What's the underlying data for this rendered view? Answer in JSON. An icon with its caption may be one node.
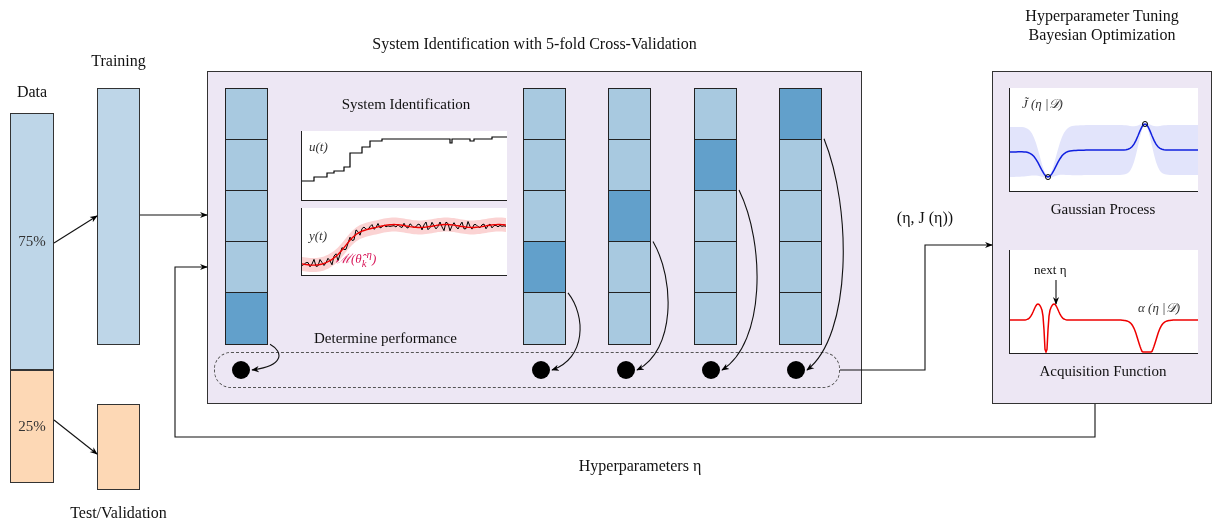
{
  "diagram": {
    "nodes": [
      {
        "text": [
          "Data"
        ]
      },
      {
        "text": [
          "75%"
        ],
        "in": 0
      },
      {
        "text": [
          "25%"
        ],
        "in": 0
      },
      {
        "text": [],
        "shape": "bar",
        "beside": [
          "Training"
        ]
      },
      {
        "text": [],
        "shape": "bar",
        "beside": [
          "Test/Validation"
        ]
      },
      {
        "text": [
          "System Identification with 5-fold Cross-Validation"
        ]
      },
      {
        "text": [],
        "shape": "bar",
        "in": 5
      },
      {
        "text": [],
        "shape": "bar",
        "in": 5
      },
      {
        "text": [],
        "shape": "bar",
        "in": 5
      },
      {
        "text": [],
        "shape": "bar",
        "in": 5
      },
      {
        "text": [],
        "shape": "bar",
        "in": 5
      },
      {
        "text": [
          "System Identification"
        ],
        "in": 5
      },
      {
        "text": [
          "Determine performance"
        ],
        "in": 5
      },
      {
        "text": [],
        "shape": "circle",
        "in": 12
      },
      {
        "text": [],
        "shape": "circle",
        "in": 12
      },
      {
        "text": [],
        "shape": "circle",
        "in": 12
      },
      {
        "text": [],
        "shape": "circle",
        "in": 12
      },
      {
        "text": [],
        "shape": "circle",
        "in": 12
      },
      {
        "text": [
          "Hyperparameter Tuning Bayesian Optimization"
        ]
      },
      {
        "text": [
          "Gaussian Process"
        ],
        "in": 18
      },
      {
        "text": [
          "Acquisition Function"
        ],
        "in": 18
      },
      {
        "text": [
          "next η"
        ],
        "in": 20
      }
    ],
    "edges": [
      {
        "from": 1,
        "to": 3,
        "arrow": "to"
      },
      {
        "from": 2,
        "to": 4,
        "arrow": "to"
      },
      {
        "from": 3,
        "to": 5,
        "arrow": "to"
      },
      {
        "from": 6,
        "to": 13,
        "arrow": "to"
      },
      {
        "from": 7,
        "to": 14,
        "arrow": "to"
      },
      {
        "from": 8,
        "to": 15,
        "arrow": "to"
      },
      {
        "from": 9,
        "to": 16,
        "arrow": "to"
      },
      {
        "from": 10,
        "to": 17,
        "arrow": "to"
      },
      {
        "from": 12,
        "to": 18,
        "arrow": "to",
        "label": "(η, J (η))"
      },
      {
        "from": 18,
        "to": 5,
        "arrow": "to",
        "label": "Hyperparameters η"
      },
      {
        "from": 21,
        "to": null,
        "arrow": "to"
      }
    ],
    "labels": [
      "u(t)",
      "y(t)",
      "ℳ(θ̂$_{k}$$^{η}$)",
      "J̃ (η |𝒟)",
      "α (η |𝒟)"
    ]
  }
}
